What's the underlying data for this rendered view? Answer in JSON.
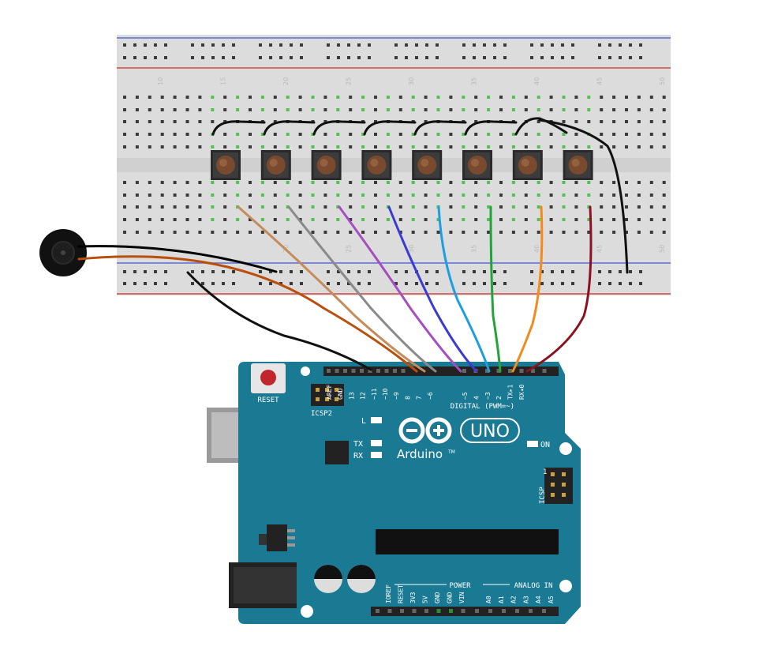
{
  "breadboard": {
    "top_numbers": [
      "10",
      "15",
      "20",
      "25",
      "30",
      "35",
      "40",
      "45",
      "50"
    ],
    "bottom_numbers": [
      "20",
      "25",
      "30",
      "35",
      "40",
      "45",
      "50"
    ],
    "button_count": 8
  },
  "arduino": {
    "reset_label": "RESET",
    "icsp2_label": "ICSP2",
    "icsp_label": "ICSP",
    "icsp_pin1": "1",
    "led_l": "L",
    "led_tx": "TX",
    "led_rx": "RX",
    "on_label": "ON",
    "brand": "Arduino",
    "tm": "TM",
    "model": "UNO",
    "digital_label": "DIGITAL (PWM=~)",
    "digital_pins": [
      "AREF",
      "GND",
      "13",
      "12",
      "~11",
      "~10",
      "~9",
      "8",
      "7",
      "~6",
      "~5",
      "4",
      "~3",
      "2",
      "TX▸1",
      "RX◂0"
    ],
    "power_label": "POWER",
    "power_pins": [
      "IOREF",
      "RESET",
      "3V3",
      "5V",
      "GND",
      "GND",
      "VIN"
    ],
    "analog_label": "ANALOG IN",
    "analog_pins": [
      "A0",
      "A1",
      "A2",
      "A3",
      "A4",
      "A5"
    ]
  },
  "wires": [
    {
      "name": "buzzer-wire-black",
      "color": "#000000"
    },
    {
      "name": "buzzer-wire-orange",
      "color": "#b94f0c"
    },
    {
      "name": "gnd-wire-black",
      "color": "#111111"
    },
    {
      "name": "button-wire-tan",
      "color": "#c48c5a"
    },
    {
      "name": "button-wire-gray",
      "color": "#8a8a8a"
    },
    {
      "name": "button-wire-violet",
      "color": "#a64dbf"
    },
    {
      "name": "button-wire-blue",
      "color": "#3b3bd1"
    },
    {
      "name": "button-wire-cyan",
      "color": "#1e9ee0"
    },
    {
      "name": "button-wire-green",
      "color": "#22a43a"
    },
    {
      "name": "button-wire-orange",
      "color": "#f28a1c"
    },
    {
      "name": "button-wire-darkred",
      "color": "#8b1320"
    }
  ]
}
